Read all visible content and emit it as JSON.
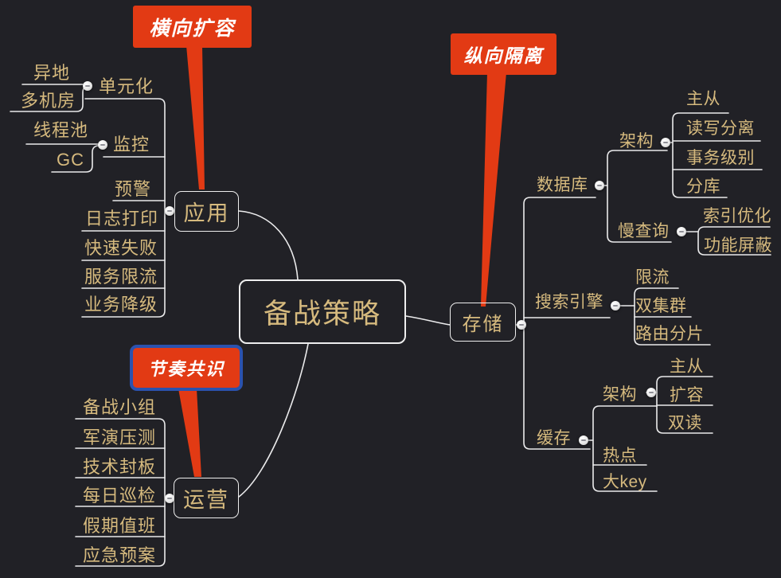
{
  "colors": {
    "background": "#212126",
    "topic_text": "#d6ba7e",
    "branch_line": "#ebebec",
    "callout_red": "#e23a14",
    "callout_selected_border": "#2b52ae",
    "callout_text": "#ffffff"
  },
  "mindmap": {
    "root": {
      "label": "备战策略"
    },
    "branches": [
      {
        "label": "应用",
        "children": [
          {
            "label": "单元化",
            "children": [
              {
                "label": "异地"
              },
              {
                "label": "多机房"
              }
            ]
          },
          {
            "label": "监控",
            "children": [
              {
                "label": "线程池"
              },
              {
                "label": "GC"
              }
            ]
          },
          {
            "label": "预警"
          },
          {
            "label": "日志打印"
          },
          {
            "label": "快速失败"
          },
          {
            "label": "服务限流"
          },
          {
            "label": "业务降级"
          }
        ]
      },
      {
        "label": "运营",
        "children": [
          {
            "label": "备战小组"
          },
          {
            "label": "军演压测"
          },
          {
            "label": "技术封板"
          },
          {
            "label": "每日巡检"
          },
          {
            "label": "假期值班"
          },
          {
            "label": "应急预案"
          }
        ]
      },
      {
        "label": "存储",
        "children": [
          {
            "label": "数据库",
            "children": [
              {
                "label": "架构",
                "children": [
                  {
                    "label": "主从"
                  },
                  {
                    "label": "读写分离"
                  },
                  {
                    "label": "事务级别"
                  },
                  {
                    "label": "分库"
                  }
                ]
              },
              {
                "label": "慢查询",
                "children": [
                  {
                    "label": "索引优化"
                  },
                  {
                    "label": "功能屏蔽"
                  }
                ]
              }
            ]
          },
          {
            "label": "搜索引擎",
            "children": [
              {
                "label": "限流"
              },
              {
                "label": "双集群"
              },
              {
                "label": "路由分片"
              }
            ]
          },
          {
            "label": "缓存",
            "children": [
              {
                "label": "架构",
                "children": [
                  {
                    "label": "主从"
                  },
                  {
                    "label": "扩容"
                  },
                  {
                    "label": "双读"
                  }
                ]
              },
              {
                "label": "热点"
              },
              {
                "label": "大key"
              }
            ]
          }
        ]
      }
    ],
    "callouts": [
      {
        "label": "横向扩容"
      },
      {
        "label": "纵向隔离"
      },
      {
        "label": "节奏共识",
        "selected": true
      }
    ]
  }
}
